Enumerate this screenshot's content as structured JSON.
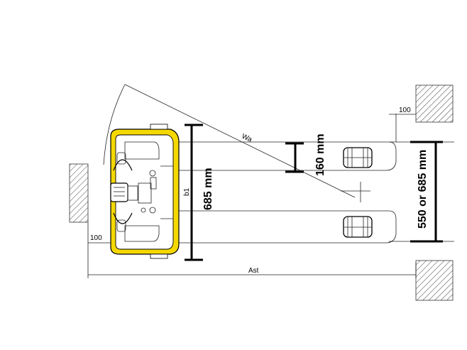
{
  "labels": {
    "wa": "Wa",
    "b1": "b1",
    "ast": "Ast",
    "clearance_left": "100",
    "clearance_right": "100",
    "width_685": "685 mm",
    "fork_gap": "160 mm",
    "fork_span": "550 or 685 mm"
  },
  "colors": {
    "chassis": "#f5d800",
    "line": "#222222"
  }
}
